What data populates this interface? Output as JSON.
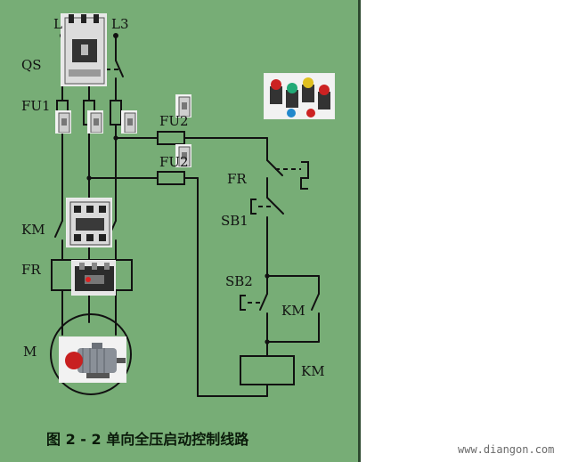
{
  "labels": {
    "l1": "L",
    "l3": "L3",
    "qs": "QS",
    "fu1": "FU1",
    "fu2_upper": "FU2",
    "fu2_lower": "FU2",
    "fr_control": "FR",
    "sb1": "SB1",
    "sb2": "SB2",
    "km_aux": "KM",
    "km_coil": "KM",
    "km_main": "KM",
    "fr_main": "FR",
    "motor": "M"
  },
  "caption": "图 2 - 2    单向全压启动控制线路",
  "watermark": "www.diangon.com",
  "colors": {
    "panel_bg": "#77ad76",
    "line": "#111111"
  }
}
